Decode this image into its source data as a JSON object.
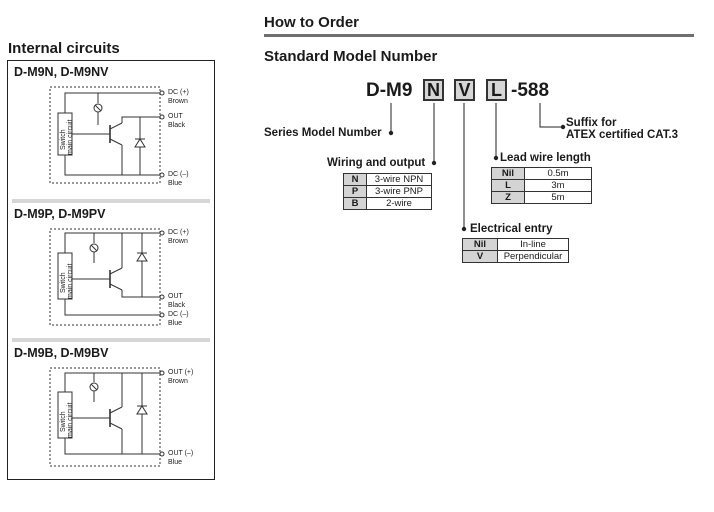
{
  "internal_circuits": {
    "title": "Internal circuits",
    "sections": [
      {
        "title": "D-M9N, D-M9NV",
        "switch_label_1": "Switch",
        "switch_label_2": "main circuit",
        "t1": "DC (+)",
        "t1_color": "Brown",
        "t2": "OUT",
        "t2_color": "Black",
        "t3": "DC (–)",
        "t3_color": "Blue"
      },
      {
        "title": "D-M9P, D-M9PV",
        "switch_label_1": "Switch",
        "switch_label_2": "main circuit",
        "t1": "DC (+)",
        "t1_color": "Brown",
        "t2": "OUT",
        "t2_color": "Black",
        "t3": "DC (–)",
        "t3_color": "Blue"
      },
      {
        "title": "D-M9B, D-M9BV",
        "switch_label_1": "Switch",
        "switch_label_2": "main circuit",
        "t1": "OUT (+)",
        "t1_color": "Brown",
        "t3": "OUT (–)",
        "t3_color": "Blue"
      }
    ]
  },
  "how_to_order": {
    "title": "How to Order",
    "subtitle": "Standard Model Number",
    "model_prefix": "D-M9",
    "boxes": [
      "N",
      "V",
      "L"
    ],
    "suffix": "-588",
    "series_label": "Series Model Number",
    "suffix_label_1": "Suffix for",
    "suffix_label_2": "ATEX certified CAT.3",
    "wiring": {
      "label": "Wiring and output",
      "rows": [
        {
          "code": "N",
          "value": "3-wire NPN"
        },
        {
          "code": "P",
          "value": "3-wire PNP"
        },
        {
          "code": "B",
          "value": "2-wire"
        }
      ]
    },
    "lead_wire": {
      "label": "Lead wire length",
      "rows": [
        {
          "code": "Nil",
          "value": "0.5m"
        },
        {
          "code": "L",
          "value": "3m"
        },
        {
          "code": "Z",
          "value": "5m"
        }
      ]
    },
    "electrical_entry": {
      "label": "Electrical entry",
      "rows": [
        {
          "code": "Nil",
          "value": "In-line"
        },
        {
          "code": "V",
          "value": "Perpendicular"
        }
      ]
    }
  }
}
